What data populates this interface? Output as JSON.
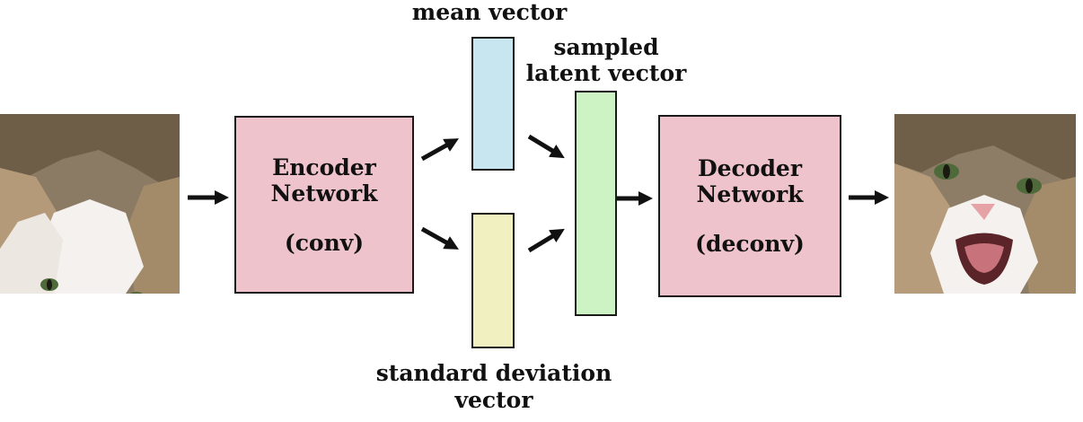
{
  "labels": {
    "mean_vector": "mean vector",
    "sampled_latent_line1": "sampled",
    "sampled_latent_line2": "latent vector",
    "std_dev_line1": "standard deviation",
    "std_dev_line2": "vector"
  },
  "encoder": {
    "line1": "Encoder",
    "line2": "Network",
    "line3": "(conv)"
  },
  "decoder": {
    "line1": "Decoder",
    "line2": "Network",
    "line3": "(deconv)"
  },
  "colors": {
    "network_fill": "#efc3cb",
    "mean_fill": "#c8e6f0",
    "std_fill": "#f0f0c0",
    "latent_fill": "#cdf3c4",
    "arrow": "#111111",
    "border": "#1a1a1a"
  },
  "images": {
    "input": "cat-photo",
    "output": "cat-photo"
  }
}
